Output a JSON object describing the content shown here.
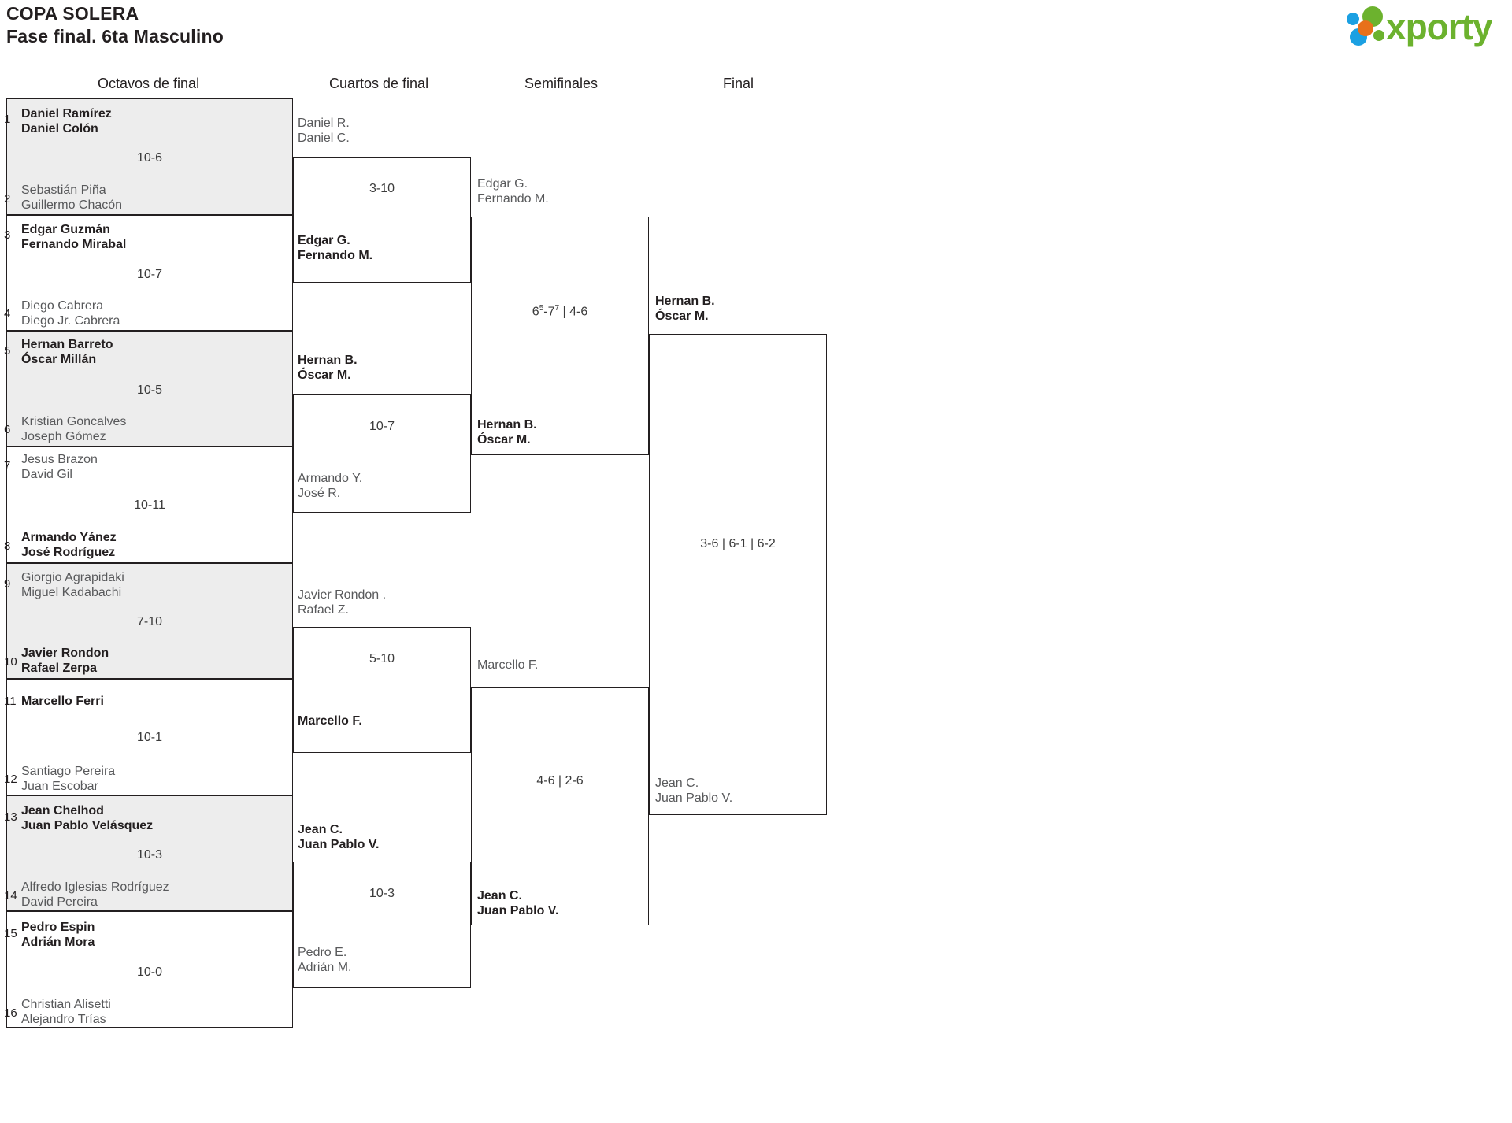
{
  "header": {
    "tournament": "COPA SOLERA",
    "phase": "Fase final. 6ta Masculino",
    "logo_text": "xporty",
    "logo_colors": {
      "green": "#6cb22e",
      "blue": "#1ba0e2",
      "orange": "#e8701a"
    }
  },
  "rounds": [
    {
      "label": "Octavos de final"
    },
    {
      "label": "Cuartos de final"
    },
    {
      "label": "Semifinales"
    },
    {
      "label": "Final"
    }
  ],
  "round1": {
    "matches": [
      {
        "top": {
          "seed": "1",
          "p1": "Daniel Ramírez",
          "p2": "Daniel Colón",
          "winner": true
        },
        "bottom": {
          "seed": "2",
          "p1": "Sebastián Piña",
          "p2": "Guillermo Chacón",
          "winner": false
        },
        "score": "10-6"
      },
      {
        "top": {
          "seed": "3",
          "p1": "Edgar Guzmán",
          "p2": "Fernando Mirabal",
          "winner": true
        },
        "bottom": {
          "seed": "4",
          "p1": "Diego Cabrera",
          "p2": "Diego Jr. Cabrera",
          "winner": false
        },
        "score": "10-7"
      },
      {
        "top": {
          "seed": "5",
          "p1": "Hernan Barreto",
          "p2": "Óscar Millán",
          "winner": true
        },
        "bottom": {
          "seed": "6",
          "p1": "Kristian Goncalves",
          "p2": "Joseph Gómez",
          "winner": false
        },
        "score": "10-5"
      },
      {
        "top": {
          "seed": "7",
          "p1": "Jesus Brazon",
          "p2": "David Gil",
          "winner": false
        },
        "bottom": {
          "seed": "8",
          "p1": "Armando Yánez",
          "p2": "José Rodríguez",
          "winner": true
        },
        "score": "10-11"
      },
      {
        "top": {
          "seed": "9",
          "p1": "Giorgio Agrapidaki",
          "p2": "Miguel Kadabachi",
          "winner": false
        },
        "bottom": {
          "seed": "10",
          "p1": "Javier Rondon",
          "p2": "Rafael Zerpa",
          "winner": true
        },
        "score": "7-10"
      },
      {
        "top": {
          "seed": "11",
          "p1": "Marcello Ferri",
          "p2": "",
          "winner": true
        },
        "bottom": {
          "seed": "12",
          "p1": "Santiago Pereira",
          "p2": "Juan Escobar",
          "winner": false
        },
        "score": "10-1"
      },
      {
        "top": {
          "seed": "13",
          "p1": "Jean Chelhod",
          "p2": "Juan Pablo Velásquez",
          "winner": true
        },
        "bottom": {
          "seed": "14",
          "p1": "Alfredo Iglesias Rodríguez",
          "p2": "David Pereira",
          "winner": false
        },
        "score": "10-3"
      },
      {
        "top": {
          "seed": "15",
          "p1": "Pedro Espin",
          "p2": "Adrián Mora",
          "winner": true
        },
        "bottom": {
          "seed": "16",
          "p1": "Christian Alisetti",
          "p2": "Alejandro Trías",
          "winner": false
        },
        "score": "10-0"
      }
    ]
  },
  "round2": {
    "matches": [
      {
        "top": {
          "p1": "Daniel R.",
          "p2": "Daniel C.",
          "winner": false
        },
        "bottom": {
          "p1": "Edgar G.",
          "p2": "Fernando M.",
          "winner": true
        },
        "score": "3-10"
      },
      {
        "top": {
          "p1": "Hernan B.",
          "p2": "Óscar M.",
          "winner": true
        },
        "bottom": {
          "p1": "Armando Y.",
          "p2": "José R.",
          "winner": false
        },
        "score": "10-7"
      },
      {
        "top": {
          "p1": "Javier Rondon .",
          "p2": "Rafael Z.",
          "winner": false
        },
        "bottom": {
          "p1": "Marcello F.",
          "p2": "",
          "winner": true
        },
        "score": "5-10"
      },
      {
        "top": {
          "p1": "Jean C.",
          "p2": "Juan Pablo V.",
          "winner": true
        },
        "bottom": {
          "p1": "Pedro E.",
          "p2": "Adrián M.",
          "winner": false
        },
        "score": "10-3"
      }
    ]
  },
  "round3": {
    "matches": [
      {
        "top": {
          "p1": "Edgar G.",
          "p2": "Fernando M.",
          "winner": false
        },
        "bottom": {
          "p1": "Hernan B.",
          "p2": "Óscar M.",
          "winner": true
        },
        "score_main": "6",
        "score_sup1": "5",
        "score_mid": "-7",
        "score_sup2": "7",
        "score_tail": " | 4-6",
        "score_plain": "6⁵-7⁷ | 4-6"
      },
      {
        "top": {
          "p1": "Marcello F.",
          "p2": "",
          "winner": false
        },
        "bottom": {
          "p1": "Jean C.",
          "p2": "Juan Pablo V.",
          "winner": true
        },
        "score_plain": "4-6 | 2-6"
      }
    ]
  },
  "round4": {
    "matches": [
      {
        "top": {
          "p1": "Hernan B.",
          "p2": "Óscar M.",
          "winner": true
        },
        "bottom": {
          "p1": "Jean C.",
          "p2": "Juan Pablo V.",
          "winner": false
        },
        "score": "3-6 | 6-1 | 6-2"
      }
    ]
  }
}
